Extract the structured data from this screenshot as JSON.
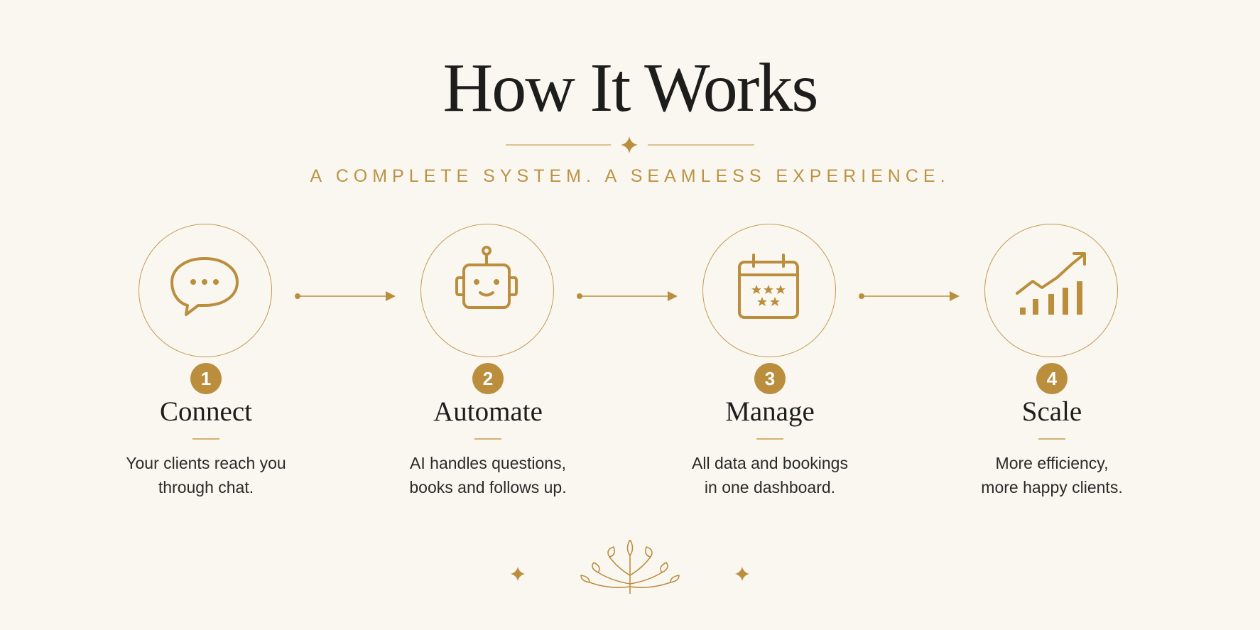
{
  "title": "How It Works",
  "subtitle": "A COMPLETE SYSTEM. A SEAMLESS EXPERIENCE.",
  "colors": {
    "gold": "#bb8e3e",
    "line": "#c39a51",
    "background": "#faf7f1",
    "text": "#1d1d1b"
  },
  "steps": [
    {
      "number": "1",
      "title": "Connect",
      "icon": "chat-bubble-icon",
      "desc_line1": "Your clients reach you",
      "desc_line2": "through chat."
    },
    {
      "number": "2",
      "title": "Automate",
      "icon": "robot-icon",
      "desc_line1": "AI handles questions,",
      "desc_line2": "books and follows up."
    },
    {
      "number": "3",
      "title": "Manage",
      "icon": "calendar-icon",
      "desc_line1": "All data and bookings",
      "desc_line2": "in one dashboard."
    },
    {
      "number": "4",
      "title": "Scale",
      "icon": "growth-chart-icon",
      "desc_line1": "More efficiency,",
      "desc_line2": "more happy clients."
    }
  ],
  "connectors": [
    "arrow-right-icon",
    "arrow-right-icon",
    "arrow-right-icon"
  ],
  "footer": {
    "ornament": "leaf-sprig-icon",
    "accents": [
      "sparkle-icon",
      "sparkle-icon"
    ]
  }
}
